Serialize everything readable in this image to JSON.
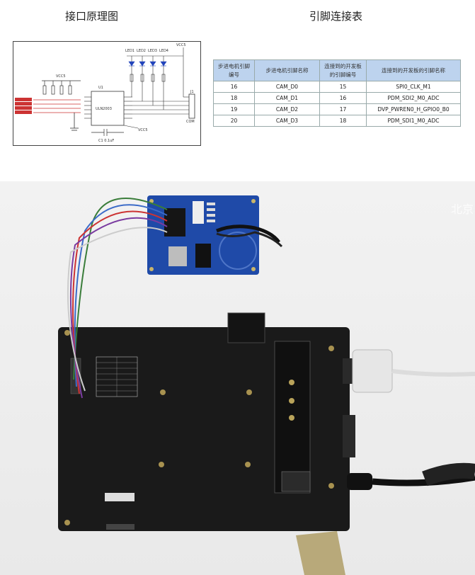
{
  "headings": {
    "schematic_title": "接口原理图",
    "table_title": "引脚连接表"
  },
  "schematic": {
    "vcc_labels": [
      "VCC5",
      "VCC5",
      "VCC5"
    ],
    "led_labels": [
      "LED1",
      "LED2",
      "LED3",
      "LED4"
    ],
    "chip_label": "U1",
    "chip_name": "ULN2003",
    "connector_label": "J1",
    "capacitor_label": "C1 0.1uF",
    "com_label": "COM"
  },
  "table": {
    "headers": [
      "步进电机引脚编号",
      "步进电机引脚名称",
      "连接到的开发板的引脚编号",
      "连接到的开发板的引脚名称"
    ],
    "rows": [
      [
        "16",
        "CAM_D0",
        "15",
        "SPI0_CLK_M1"
      ],
      [
        "18",
        "CAM_D1",
        "16",
        "PDM_SDI2_M0_ADC"
      ],
      [
        "19",
        "CAM_D2",
        "17",
        "DVP_PWREN0_H_GPIO0_B0"
      ],
      [
        "20",
        "CAM_D3",
        "18",
        "PDM_SDI1_M0_ADC"
      ]
    ]
  },
  "photo": {
    "watermark": "北京"
  }
}
